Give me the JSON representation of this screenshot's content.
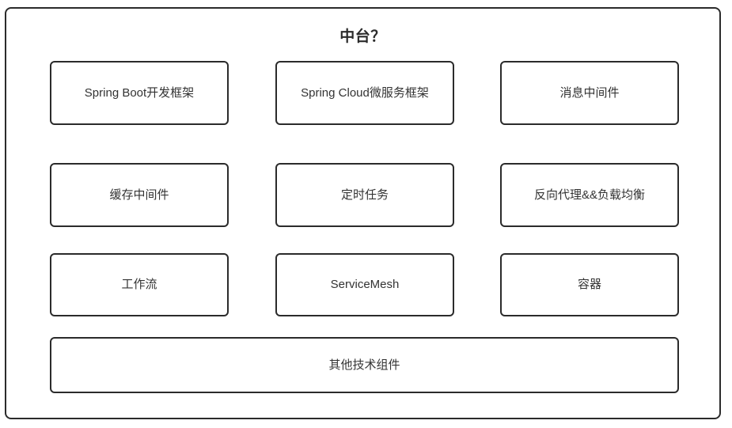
{
  "diagram": {
    "title": "中台？",
    "border_color": "#2b2b2b",
    "text_color": "#333333",
    "background_color": "#ffffff",
    "rows": [
      {
        "row_index": 1,
        "cells": [
          {
            "label": "Spring Boot开发框架"
          },
          {
            "label": "Spring Cloud微服务框架"
          },
          {
            "label": "消息中间件"
          }
        ]
      },
      {
        "row_index": 2,
        "cells": [
          {
            "label": "缓存中间件"
          },
          {
            "label": "定时任务"
          },
          {
            "label": "反向代理&&负载均衡"
          }
        ]
      },
      {
        "row_index": 3,
        "cells": [
          {
            "label": "工作流"
          },
          {
            "label": "ServiceMesh"
          },
          {
            "label": "容器"
          }
        ]
      },
      {
        "row_index": 4,
        "cells": [
          {
            "label": "其他技术组件"
          }
        ]
      }
    ]
  }
}
